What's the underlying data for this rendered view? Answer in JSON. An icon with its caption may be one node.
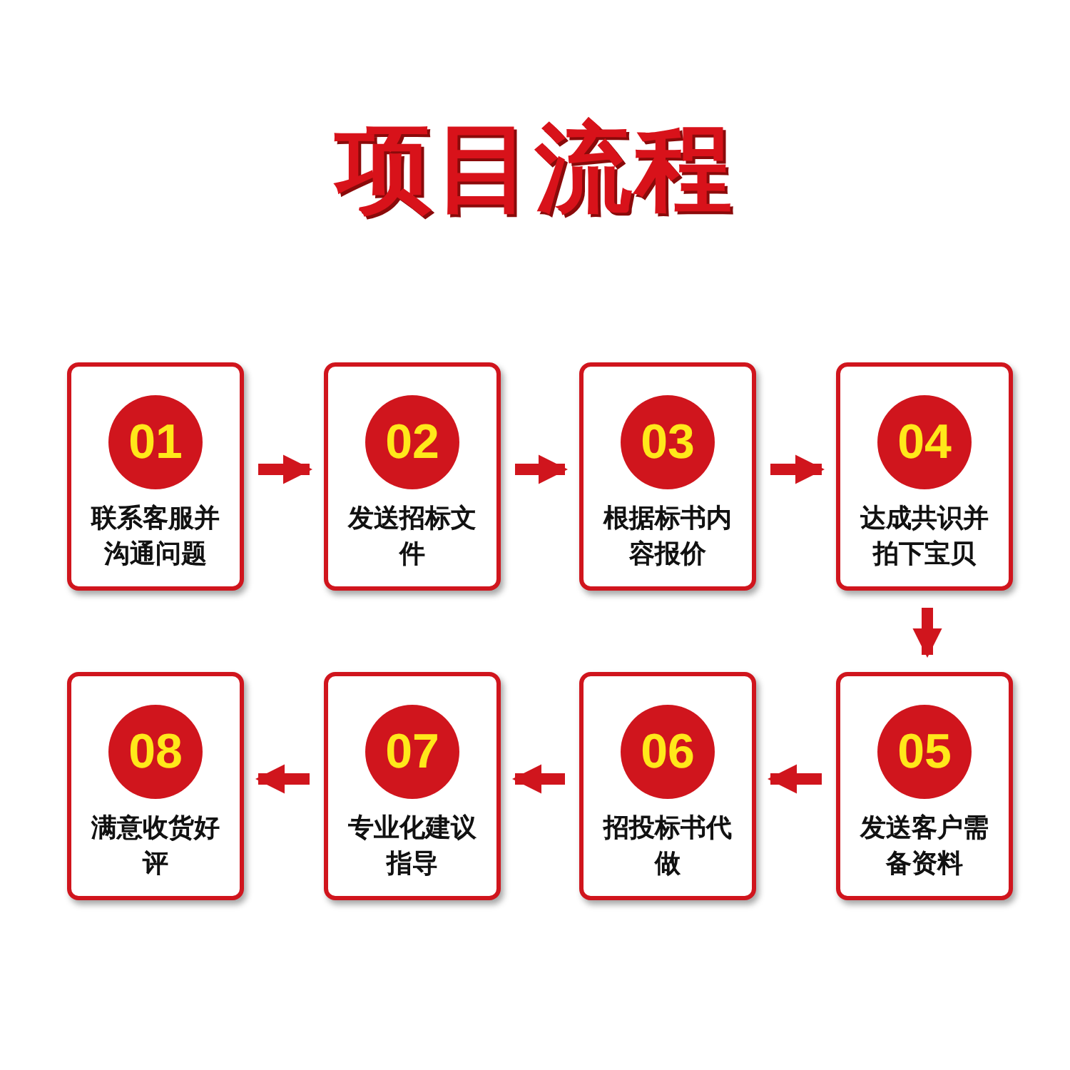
{
  "diagram": {
    "title": "项目流程",
    "nodes": [
      {
        "text": [
          "01",
          "联系客服并沟通问题"
        ]
      },
      {
        "text": [
          "02",
          "发送招标文件"
        ]
      },
      {
        "text": [
          "03",
          "根据标书内容报价"
        ]
      },
      {
        "text": [
          "04",
          "达成共识并拍下宝贝"
        ]
      },
      {
        "text": [
          "05",
          "发送客户需备资料"
        ]
      },
      {
        "text": [
          "06",
          "招投标书代做"
        ]
      },
      {
        "text": [
          "07",
          "专业化建议指导"
        ]
      },
      {
        "text": [
          "08",
          "满意收货好评"
        ]
      }
    ],
    "edges": [
      {
        "from": 0,
        "to": 1,
        "arrow": "to"
      },
      {
        "from": 1,
        "to": 2,
        "arrow": "to"
      },
      {
        "from": 2,
        "to": 3,
        "arrow": "to"
      },
      {
        "from": 3,
        "to": 4,
        "arrow": "to"
      },
      {
        "from": 4,
        "to": 5,
        "arrow": "to"
      },
      {
        "from": 5,
        "to": 6,
        "arrow": "to"
      },
      {
        "from": 6,
        "to": 7,
        "arrow": "to"
      }
    ]
  }
}
